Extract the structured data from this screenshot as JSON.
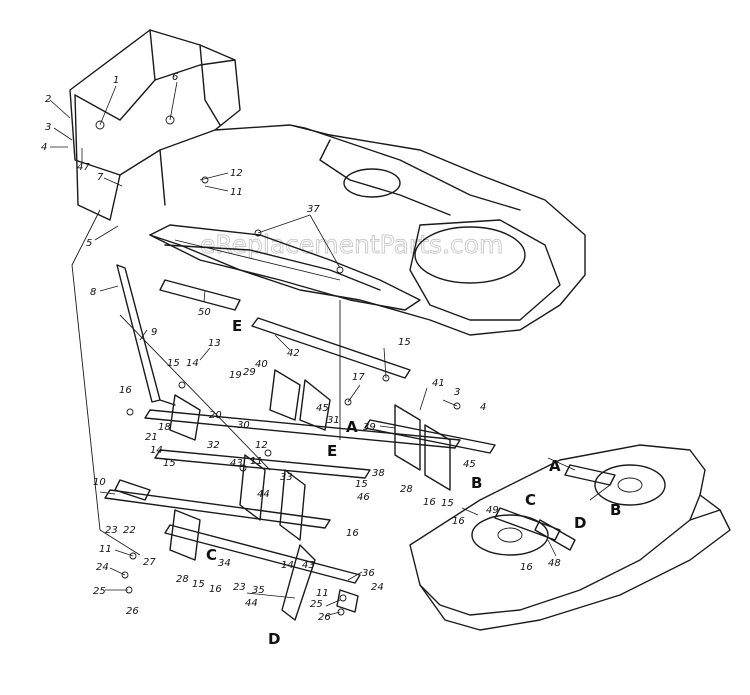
{
  "watermark": "eReplacementParts.com",
  "callouts": [
    "1",
    "2",
    "3",
    "4",
    "47",
    "6",
    "7",
    "12",
    "11",
    "5",
    "37",
    "8",
    "50",
    "9",
    "13",
    "15",
    "14",
    "16",
    "19",
    "18",
    "20",
    "21",
    "42",
    "17",
    "15",
    "40",
    "45",
    "31",
    "29",
    "30",
    "32",
    "12",
    "11",
    "43",
    "44",
    "33",
    "3",
    "4",
    "39",
    "41",
    "46",
    "45",
    "28",
    "16",
    "15",
    "14",
    "15",
    "16",
    "10",
    "23",
    "22",
    "11",
    "24",
    "25",
    "26",
    "27",
    "28",
    "15",
    "16",
    "34",
    "23",
    "35",
    "14",
    "43",
    "36",
    "24",
    "11",
    "25",
    "26",
    "44",
    "16",
    "49",
    "16",
    "48",
    "38",
    "15"
  ],
  "letters": {
    "A": "A",
    "B": "B",
    "C": "C",
    "D": "D",
    "E": "E"
  }
}
